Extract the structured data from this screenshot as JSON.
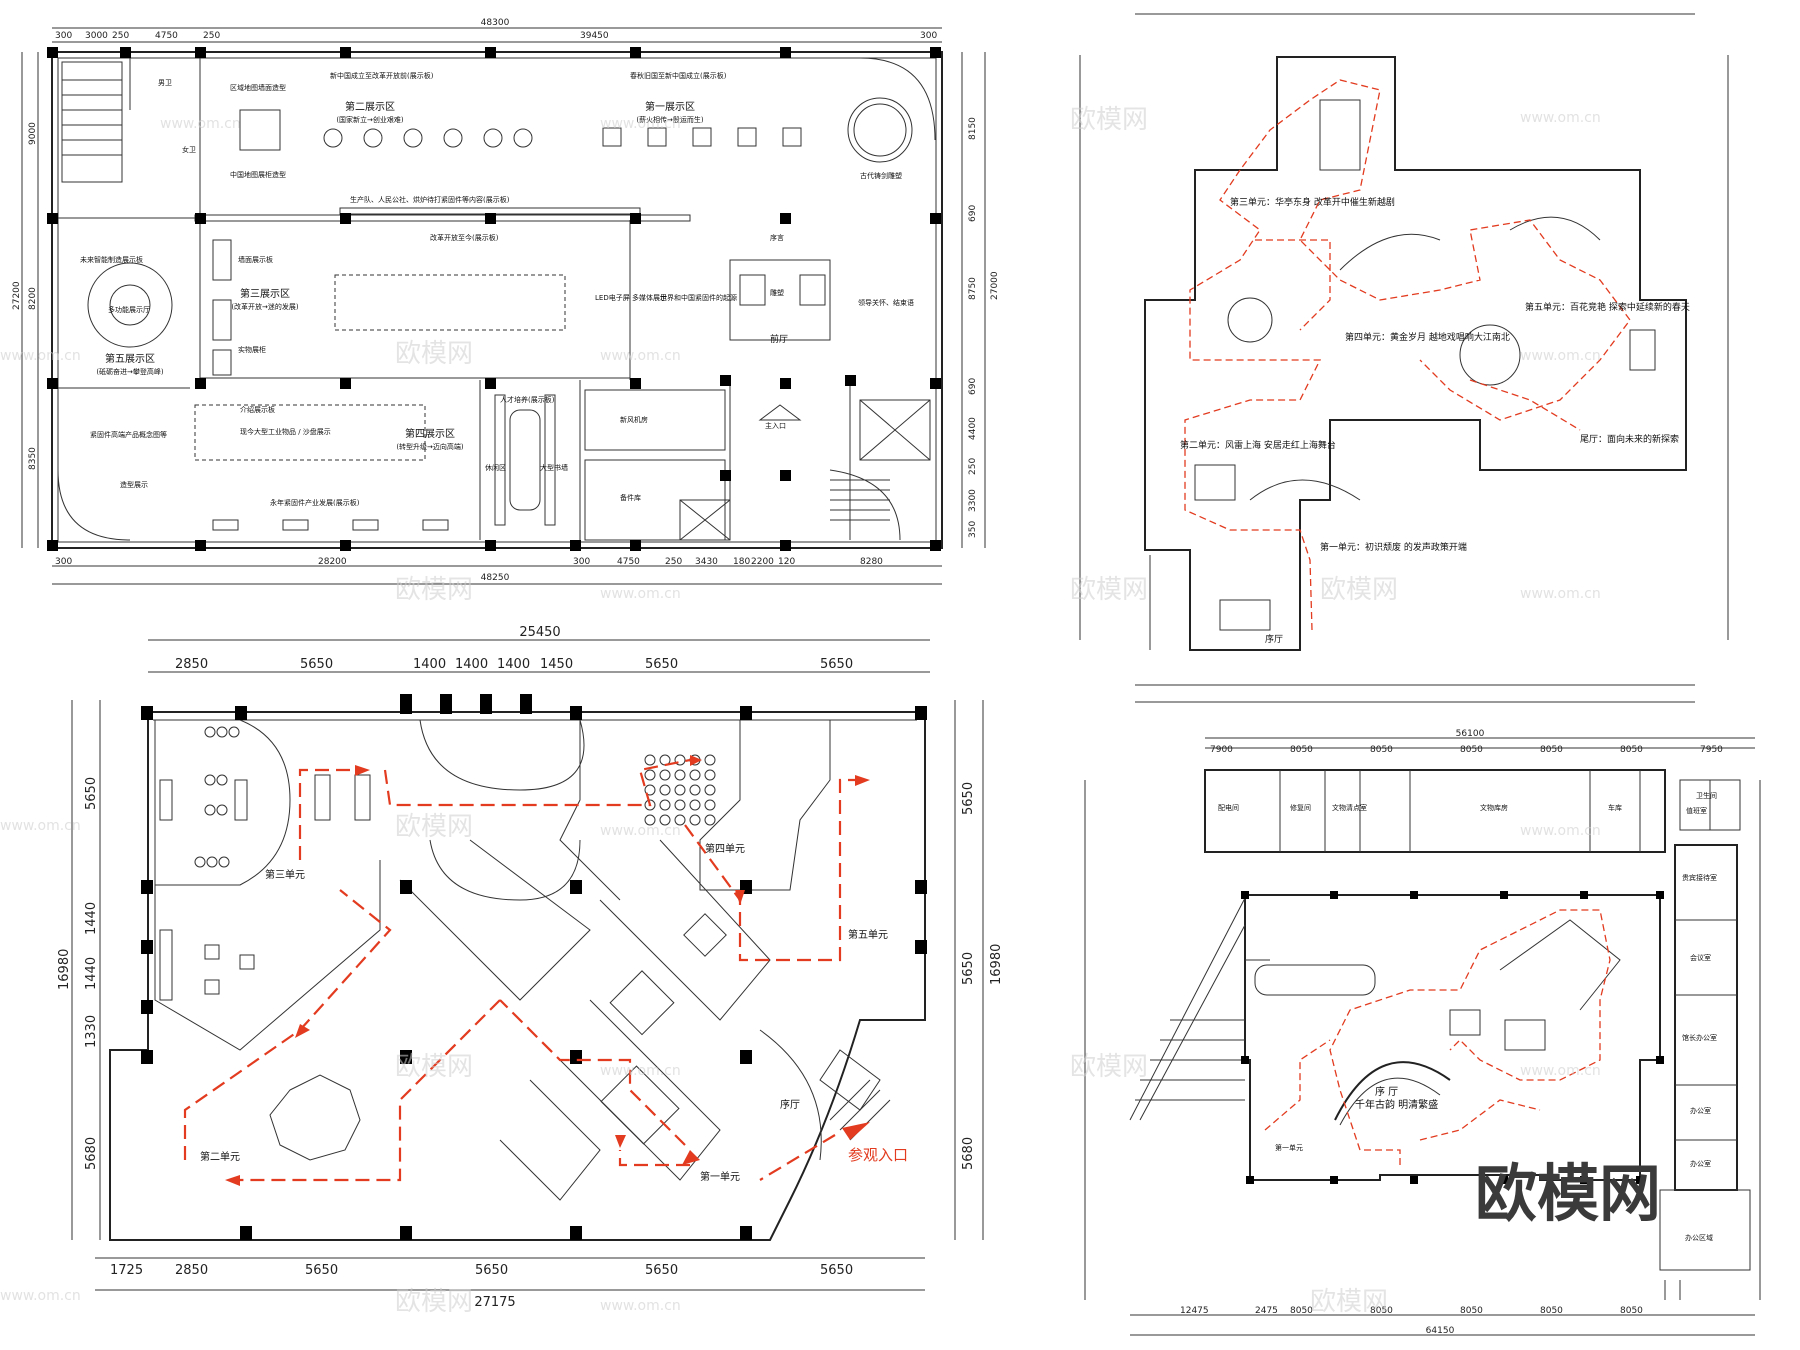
{
  "plan1": {
    "dims_top": [
      "48300",
      "300",
      "3000",
      "250",
      "4750",
      "250",
      "39450",
      "300"
    ],
    "dims_bottom": [
      "300",
      "28200",
      "48250",
      "300",
      "4750",
      "250",
      "3430",
      "180",
      "2200",
      "120",
      "8280"
    ],
    "dims_left": [
      "9000",
      "8200",
      "27200",
      "8350"
    ],
    "dims_right": [
      "8150",
      "690",
      "8750",
      "27000",
      "690",
      "4400",
      "250",
      "3300",
      "350"
    ],
    "zone2": "第二展示区",
    "zone2_sub": "(国家新立→创业艰难)",
    "zone1": "第一展示区",
    "zone1_sub": "(薪火相传→殷运而生)",
    "zone3": "第三展示区",
    "zone3_sub": "(改革开放→迷的发展)",
    "zone4": "第四展示区",
    "zone4_sub": "(转型升级→迈向高端)",
    "zone5": "第五展示区",
    "zone5_sub": "(砥砺奋进→攀登高峰)",
    "lbl_map": "区域地图墙面造型",
    "lbl_china_map": "中国地图展柜造型",
    "lbl_newchina": "新中国成立至改革开放前(展示板)",
    "lbl_spring": "春秋旧国至新中国成立(展示板)",
    "lbl_reform": "改革开放至今(展示板)",
    "lbl_production": "生产队、人民公社、烘炉待打紧固件等内容(展示板)",
    "lbl_led": "LED电子屏 多媒体展示",
    "lbl_world": "世界和中国紧固件的起源",
    "lbl_lead": "领导关怀、结束语",
    "lbl_hall": "前厅",
    "lbl_entrance": "主入口",
    "lbl_preface": "序言",
    "lbl_sculpture": "雕塑",
    "lbl_statue": "古代铸剑雕塑",
    "lbl_talent": "人才培养(展示板)",
    "lbl_rest": "休闲区",
    "lbl_wall": "大型书墙",
    "lbl_future": "未来智能制造展示板",
    "lbl_multi": "多功能展示厅",
    "lbl_highend": "紧固件高端产品概念图等",
    "lbl_model": "造型展示",
    "lbl_industry": "永年紧固件产业发展(展示板)",
    "lbl_newwind": "新风机房",
    "lbl_storage": "备件库",
    "lbl_intro": "介绍展示板",
    "lbl_modern": "现今大型工业物品 / 沙盘展示",
    "lbl_wall_board": "墙面展示板",
    "lbl_objects": "实物展柜",
    "lbl_toilet_m": "男卫",
    "lbl_toilet_f": "女卫"
  },
  "plan2": {
    "unit1": "第一单元：初识颓废 的发声政策开端",
    "unit2": "第二单元：风雷上海 安居走红上海舞台",
    "unit3": "第三单元：华亭东身 改革开中催生新越剧",
    "unit4": "第四单元：黄金岁月 越地戏唱响大江南北",
    "unit5": "第五单元：百花竞艳 探索中延续新的春天",
    "tail": "尾厅：面向未来的新探索",
    "foyer": "序厅"
  },
  "plan3": {
    "dims_top": [
      "25450",
      "2850",
      "5650",
      "1400",
      "1400",
      "1400",
      "1450",
      "5650",
      "5650"
    ],
    "dims_bottom": [
      "1725",
      "2850",
      "5650",
      "5650",
      "5650",
      "5650",
      "27175"
    ],
    "dims_left": [
      "5650",
      "1440",
      "1440",
      "1330",
      "16980",
      "5680"
    ],
    "dims_right": [
      "5650",
      "5650",
      "16980",
      "5680"
    ],
    "unit1": "第一单元",
    "unit2": "第二单元",
    "unit3": "第三单元",
    "unit4": "第四单元",
    "unit5": "第五单元",
    "foyer": "序厅",
    "entrance": "参观入口"
  },
  "plan4": {
    "dims_top": [
      "56100",
      "7900",
      "8050",
      "8050",
      "8050",
      "8050",
      "8050",
      "7950"
    ],
    "dims_bottom": [
      "12475",
      "2475",
      "8050",
      "8050",
      "8050",
      "8050",
      "8050",
      "64150"
    ],
    "rooms": [
      "配电间",
      "修复间",
      "文物清点室",
      "文物库房",
      "车库",
      "卫生间",
      "值班室",
      "贵宾接待室",
      "会议室",
      "馆长办公室",
      "办公室",
      "办公室",
      "办公区域"
    ],
    "foyer": "序 厅",
    "foyer_sub": "千年古韵 明清繁盛",
    "unit_first": "第一单元"
  },
  "watermark": "欧模网",
  "watermark_url": "www.om.cn",
  "brand": "欧模网"
}
